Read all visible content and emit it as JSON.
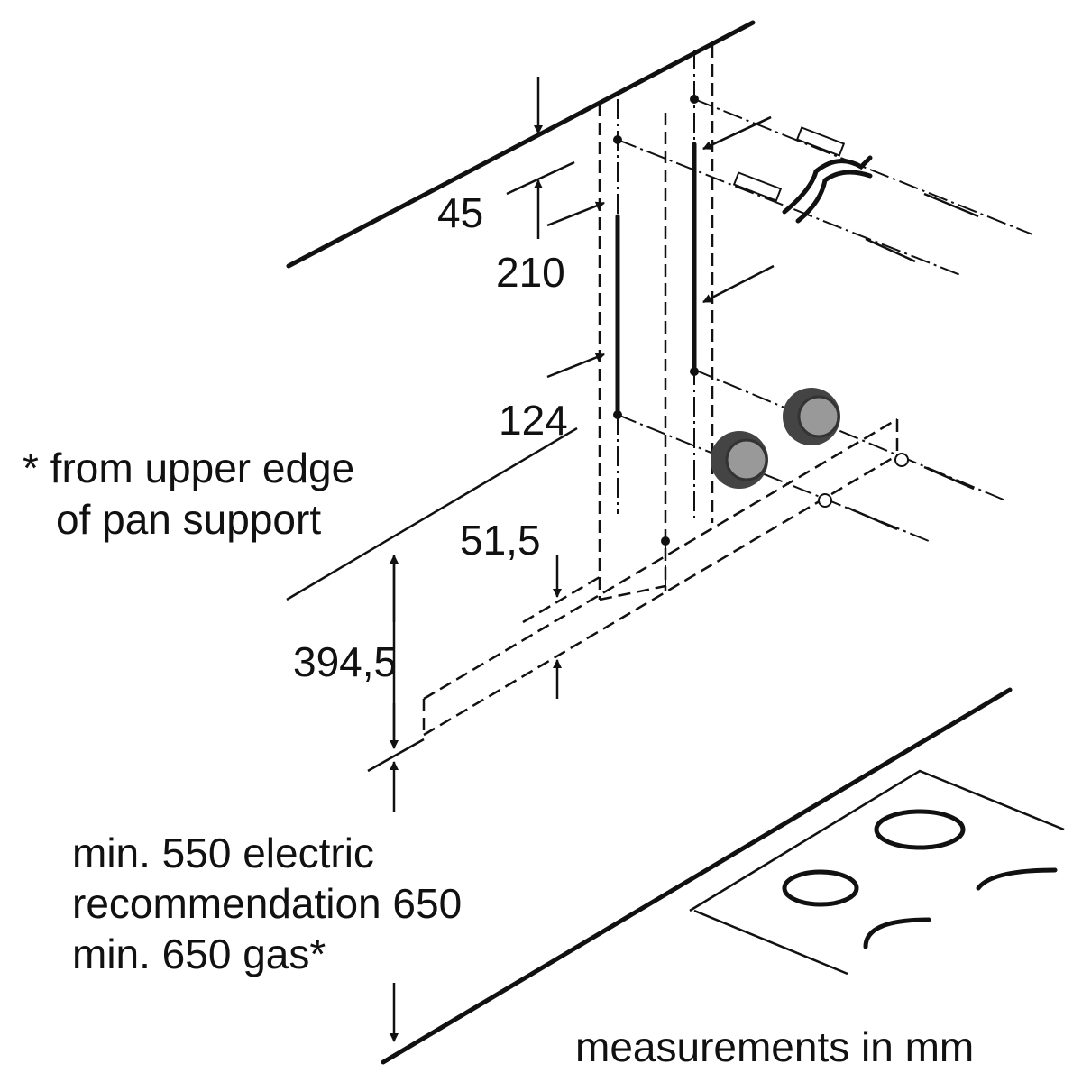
{
  "dimensions": {
    "d45": "45",
    "d210": "210",
    "d124": "124",
    "d51_5": "51,5",
    "d394_5": "394,5"
  },
  "notes": {
    "footnote_line1": "* from upper edge",
    "footnote_line2": "of pan support",
    "clearance_line1": "min. 550 electric",
    "clearance_line2": "recommendation 650",
    "clearance_line3": "min. 650 gas*",
    "units": "measurements in mm"
  }
}
